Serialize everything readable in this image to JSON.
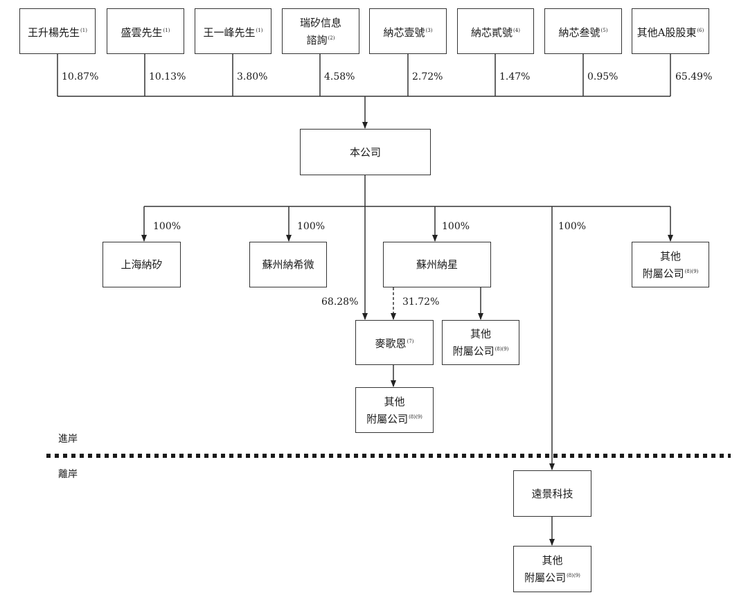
{
  "shareholders": [
    {
      "name": "王升楊先生",
      "note": "(1)",
      "pct": "10.87%"
    },
    {
      "name": "盛雲先生",
      "note": "(1)",
      "pct": "10.13%"
    },
    {
      "name": "王一峰先生",
      "note": "(1)",
      "pct": "3.80%"
    },
    {
      "name": "瑞矽信息",
      "name2": "諮詢",
      "note": "(2)",
      "pct": "4.58%"
    },
    {
      "name": "納芯壹號",
      "note": "(3)",
      "pct": "2.72%"
    },
    {
      "name": "納芯貳號",
      "note": "(4)",
      "pct": "1.47%"
    },
    {
      "name": "納芯叁號",
      "note": "(5)",
      "pct": "0.95%"
    },
    {
      "name": "其他A股股東",
      "note": "(6)",
      "pct": "65.49%"
    }
  ],
  "company": {
    "name": "本公司"
  },
  "subsidiaries": {
    "shanghai": {
      "name": "上海納矽",
      "pct": "100%"
    },
    "suzhou_xiwei": {
      "name": "蘇州納希微",
      "pct": "100%"
    },
    "suzhou_naxing": {
      "name": "蘇州納星",
      "pct": "100%"
    },
    "mageen": {
      "name": "麥歌恩",
      "note": "(7)",
      "pct_company": "68.28%",
      "pct_naxing": "31.72%"
    },
    "other_top": {
      "line1": "其他",
      "line2": "附屬公司",
      "note": "(8)(9)"
    },
    "other_naxing": {
      "line1": "其他",
      "line2": "附屬公司",
      "note": "(8)(9)"
    },
    "other_mageen": {
      "line1": "其他",
      "line2": "附屬公司",
      "note": "(8)(9)"
    },
    "yuanjing": {
      "name": "遠景科技",
      "pct": "100%"
    },
    "other_yuanjing": {
      "line1": "其他",
      "line2": "附屬公司",
      "note": "(8)(9)"
    }
  },
  "zones": {
    "onshore": "進岸",
    "offshore": "離岸"
  }
}
